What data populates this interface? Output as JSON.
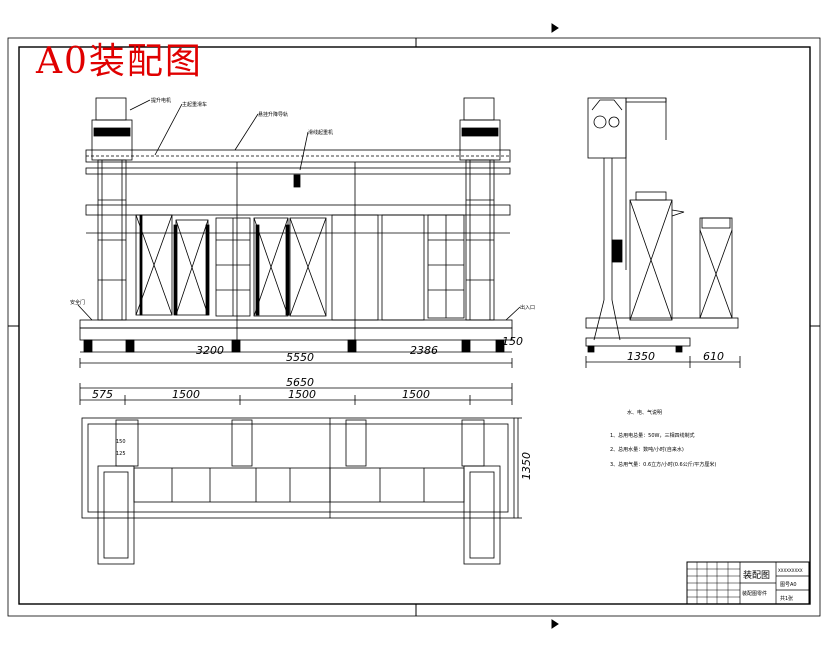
{
  "title": "A0装配图",
  "colors": {
    "title": "#e00000",
    "line": "#000000"
  },
  "front_view": {
    "labels": [
      "提升电机",
      "主起重滑车",
      "悬挂升降导轨",
      "滑线起重机"
    ],
    "dims": {
      "left": "3200",
      "total": "5550",
      "right": "2386",
      "end": "150"
    },
    "side_labels": {
      "left": "安全门",
      "right": "出入口"
    }
  },
  "side_view": {
    "dims": {
      "a": "1350",
      "b": "610"
    }
  },
  "plan_view": {
    "dims": {
      "total": "5650",
      "s1": "575",
      "s2": "1500",
      "s3": "1500",
      "s4": "1500",
      "height": "1350",
      "small": "150",
      "small2": "125"
    }
  },
  "notes": {
    "title": "水、电、气说明",
    "items": [
      "1、总用电总量：50W，三相四线制式",
      "2、总用水量：数吨/小时(自来水)",
      "3、总用气量：0.6立方/小时(0.6公斤/平方厘米)"
    ]
  },
  "title_block": {
    "drawing_name": "装配图",
    "code": "XXXXXXXXX",
    "scale": "图号A0",
    "material": "装配图零件",
    "sheet": "共1张"
  }
}
